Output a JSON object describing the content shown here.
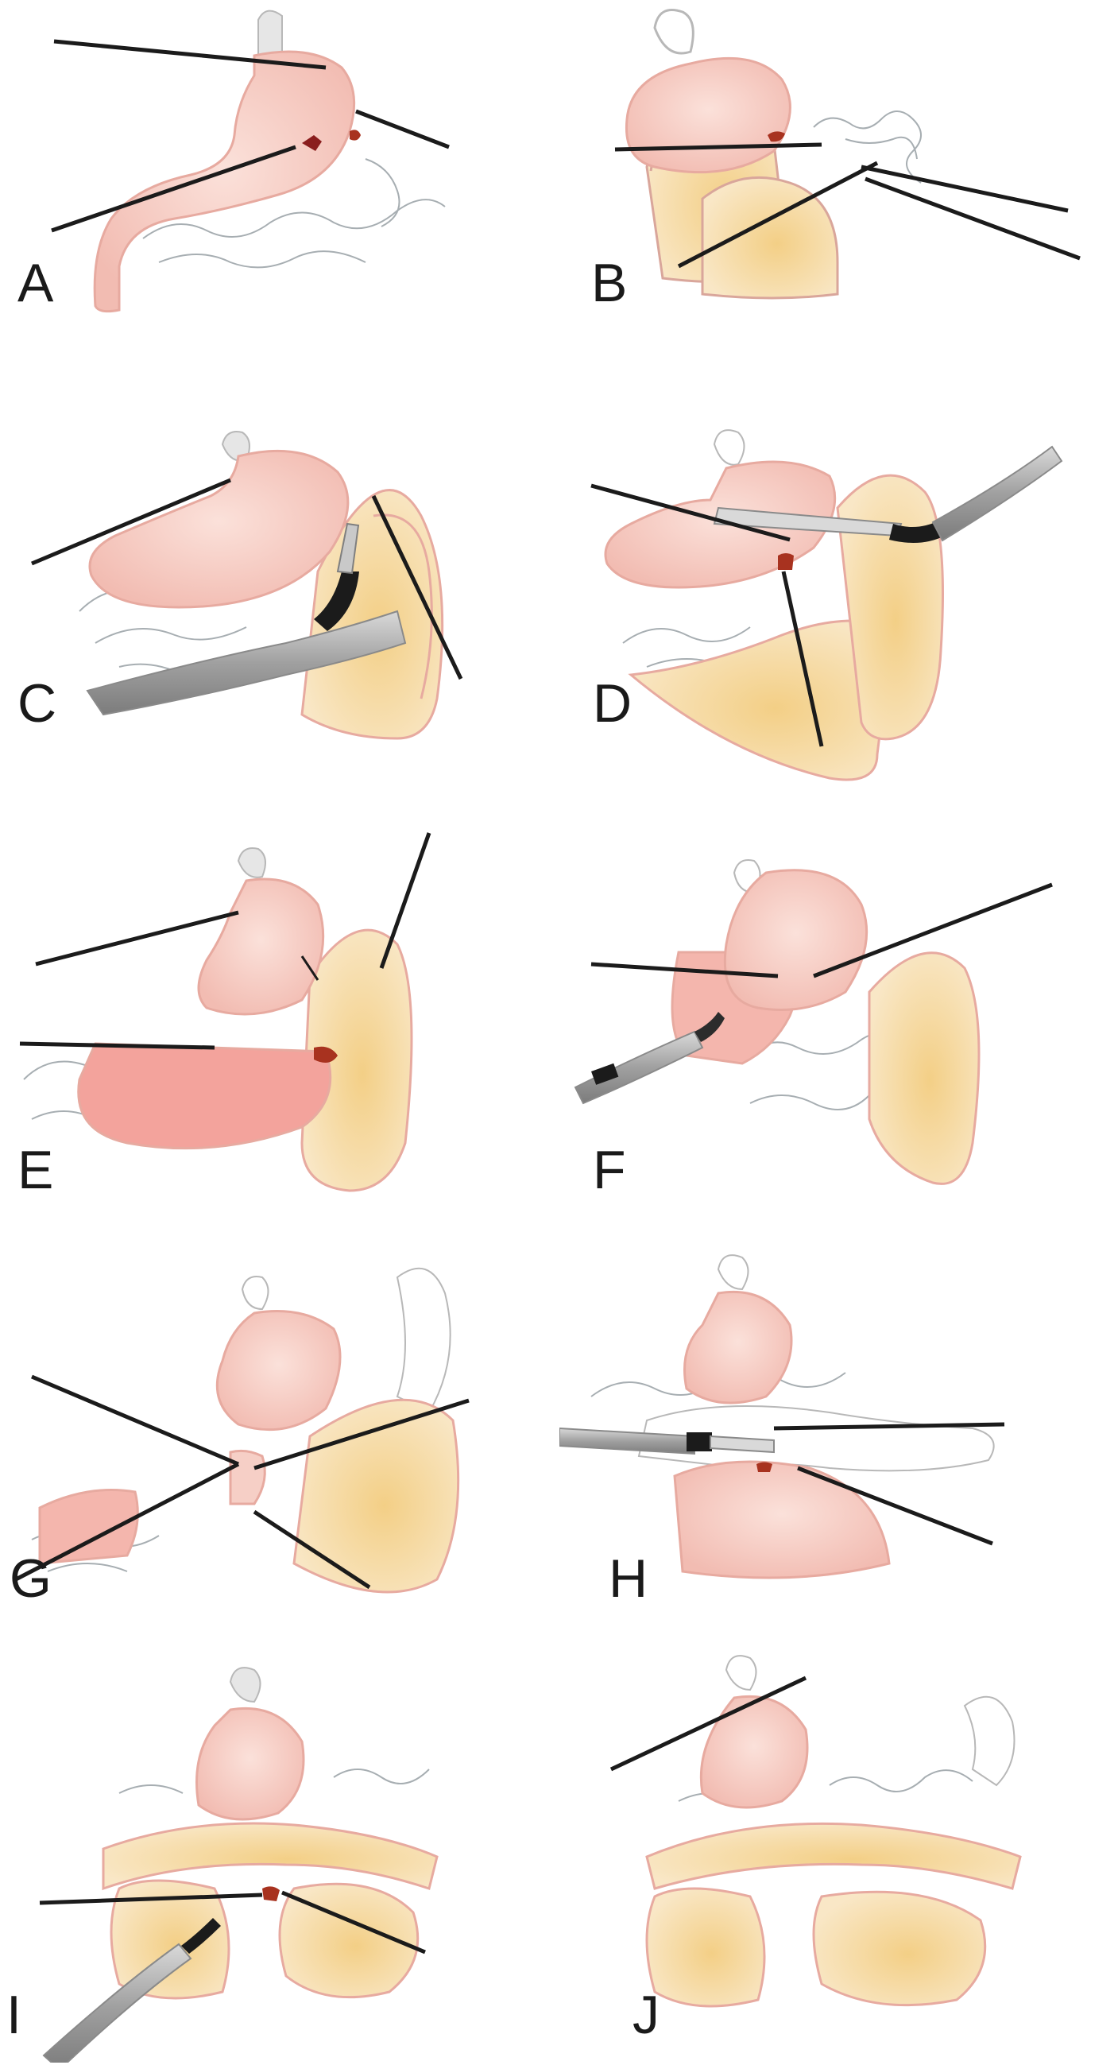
{
  "figure": {
    "panels": [
      {
        "label": "A"
      },
      {
        "label": "B"
      },
      {
        "label": "C"
      },
      {
        "label": "D"
      },
      {
        "label": "E"
      },
      {
        "label": "F"
      },
      {
        "label": "G"
      },
      {
        "label": "H"
      },
      {
        "label": "I"
      },
      {
        "label": "J"
      }
    ]
  },
  "colors": {
    "stomach_fill": "#f6cfc6",
    "stomach_fill_deep": "#f0b3aa",
    "stomach_outline": "#e7aaa0",
    "bowel_fill": "#f5deb0",
    "bowel_fill_deep": "#f1c87c",
    "omentum_outline": "#9aa2a6",
    "instrument_dark": "#1b1b1b",
    "instrument_shaft": "#9c9c9c",
    "suture_red": "#a8321f"
  }
}
